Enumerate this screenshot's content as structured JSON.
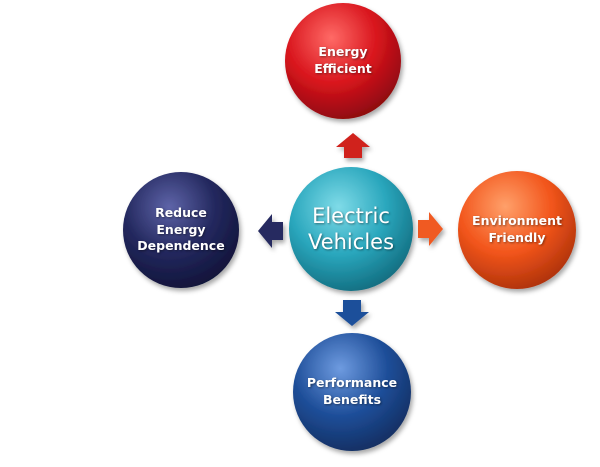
{
  "nodes": {
    "center": {
      "label": "Electric\nVehicles"
    },
    "top": {
      "label": "Energy\nEfficient"
    },
    "right": {
      "label": "Environment\nFriendly"
    },
    "bottom": {
      "label": "Performance\nBenefits"
    },
    "left": {
      "label": "Reduce\nEnergy\nDependence"
    }
  },
  "colors": {
    "center": "#2aa7bd",
    "top": "#d8141c",
    "right": "#f2551b",
    "bottom": "#1f4f9a",
    "left": "#23285e",
    "arrow_top": "#d0201e",
    "arrow_right": "#f05a22",
    "arrow_bottom": "#1f4f9a",
    "arrow_left": "#262b60"
  }
}
